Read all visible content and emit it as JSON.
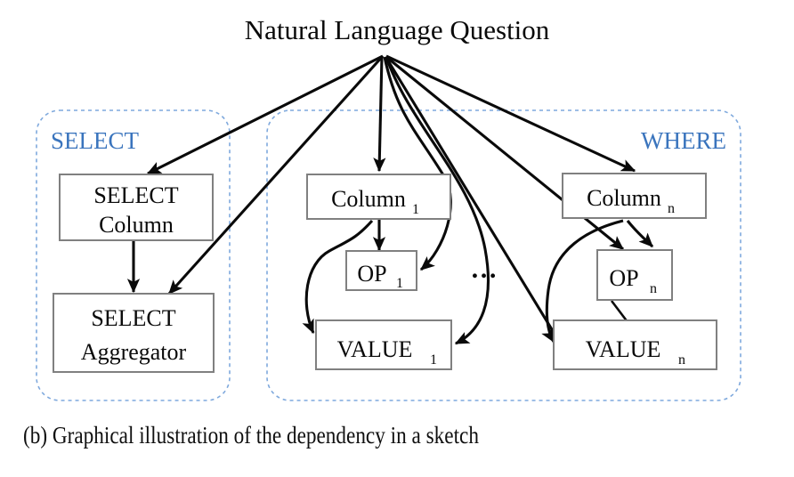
{
  "figure": {
    "title": "Natural Language Question",
    "caption": "(b) Graphical illustration of the dependency in a sketch",
    "ellipsis": "…"
  },
  "colors": {
    "group_border": "#7fa9dd",
    "group_label": "#3a74bd",
    "node_border": "#808080",
    "node_fill": "#ffffff",
    "edge": "#0a0a0a",
    "text": "#0a0a0a",
    "background": "#ffffff"
  },
  "groups": [
    {
      "id": "select",
      "label": "SELECT",
      "label_align": "left",
      "nodes": [
        {
          "id": "select-column",
          "line1": "SELECT",
          "line2": "Column",
          "sub": ""
        },
        {
          "id": "select-aggregator",
          "line1": "SELECT",
          "line2": "Aggregator",
          "sub": ""
        }
      ]
    },
    {
      "id": "where",
      "label": "WHERE",
      "label_align": "right",
      "nodes": [
        {
          "id": "column-1",
          "line1": "Column",
          "line2": "",
          "sub": "1"
        },
        {
          "id": "op-1",
          "line1": "OP",
          "line2": "",
          "sub": "1"
        },
        {
          "id": "value-1",
          "line1": "VALUE",
          "line2": "",
          "sub": "1"
        },
        {
          "id": "column-n",
          "line1": "Column",
          "line2": "",
          "sub": "n"
        },
        {
          "id": "op-n",
          "line1": "OP",
          "line2": "",
          "sub": "n"
        },
        {
          "id": "value-n",
          "line1": "VALUE",
          "line2": "",
          "sub": "n"
        }
      ]
    }
  ],
  "edges": [
    {
      "from": "question",
      "to": "select-column"
    },
    {
      "from": "question",
      "to": "select-aggregator"
    },
    {
      "from": "question",
      "to": "column-1"
    },
    {
      "from": "question",
      "to": "op-1"
    },
    {
      "from": "question",
      "to": "value-1"
    },
    {
      "from": "question",
      "to": "column-n"
    },
    {
      "from": "question",
      "to": "op-n"
    },
    {
      "from": "question",
      "to": "value-n"
    },
    {
      "from": "select-column",
      "to": "select-aggregator"
    },
    {
      "from": "column-1",
      "to": "op-1"
    },
    {
      "from": "column-1",
      "to": "value-1"
    },
    {
      "from": "column-n",
      "to": "op-n"
    },
    {
      "from": "column-n",
      "to": "value-n"
    },
    {
      "from": "op-n",
      "to": "value-n"
    }
  ]
}
